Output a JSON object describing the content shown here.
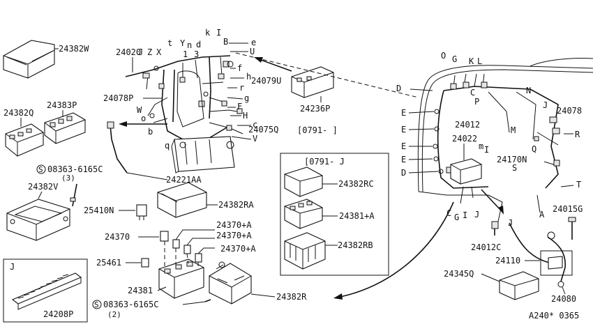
{
  "labels": {
    "p24382W": "24382W",
    "p24020": "24020",
    "p24078P": "24078P",
    "p24079U": "24079U",
    "p24236P": "24236P",
    "p0791a": "[0791-  ]",
    "p24075Q": "24075Q",
    "p24382Q": "24382Q",
    "p24383P": "24383P",
    "s08363a": "08363-6165C",
    "qty3": "(3)",
    "p24382V": "24382V",
    "p24221AA": "24221AA",
    "p24382RA": "24382RA",
    "p25410N": "25410N",
    "p24370": "24370",
    "p24370A1": "24370+A",
    "p24370A2": "24370+A",
    "p24370A3": "24370+A",
    "p25461": "25461",
    "p24381": "24381",
    "s08363b": "08363-6165C",
    "qty2": "(2)",
    "p24382R": "24382R",
    "p24208P": "24208P",
    "boxJ": "J",
    "p0791b": "[0791-  J",
    "p24382RC": "24382RC",
    "p24381A": "24381+A",
    "p24382RB": "24382RB",
    "p24012": "24012",
    "p24022": "24022",
    "p24170N": "24170N",
    "p24078": "24078",
    "p24015G": "24015G",
    "p24012C": "24012C",
    "p24110": "24110",
    "p24345Q": "24345Q",
    "p24080": "24080",
    "footer": "A240* 0365",
    "screw": "S"
  },
  "letters": {
    "t": "t",
    "Y": "Y",
    "n": "n",
    "d": "d",
    "k": "k",
    "I": "I",
    "B": "B",
    "e": "e",
    "U": "U",
    "J": "J",
    "Z": "Z",
    "X": "X",
    "f": "f",
    "h": "h",
    "r": "r",
    "g": "g",
    "F": "F",
    "H": "H",
    "c": "c",
    "V": "V",
    "W": "W",
    "o": "o",
    "b": "b",
    "q": "q",
    "one": "1",
    "three": "3",
    "lower_c": "c",
    "D": "D",
    "E": "E",
    "O": "O",
    "G": "G",
    "K": "K",
    "L": "L",
    "C": "C",
    "P": "P",
    "N": "N",
    "M": "M",
    "Q": "Q",
    "R": "R",
    "m": "m",
    "S": "S",
    "T": "T",
    "A": "A",
    "l": "l"
  }
}
